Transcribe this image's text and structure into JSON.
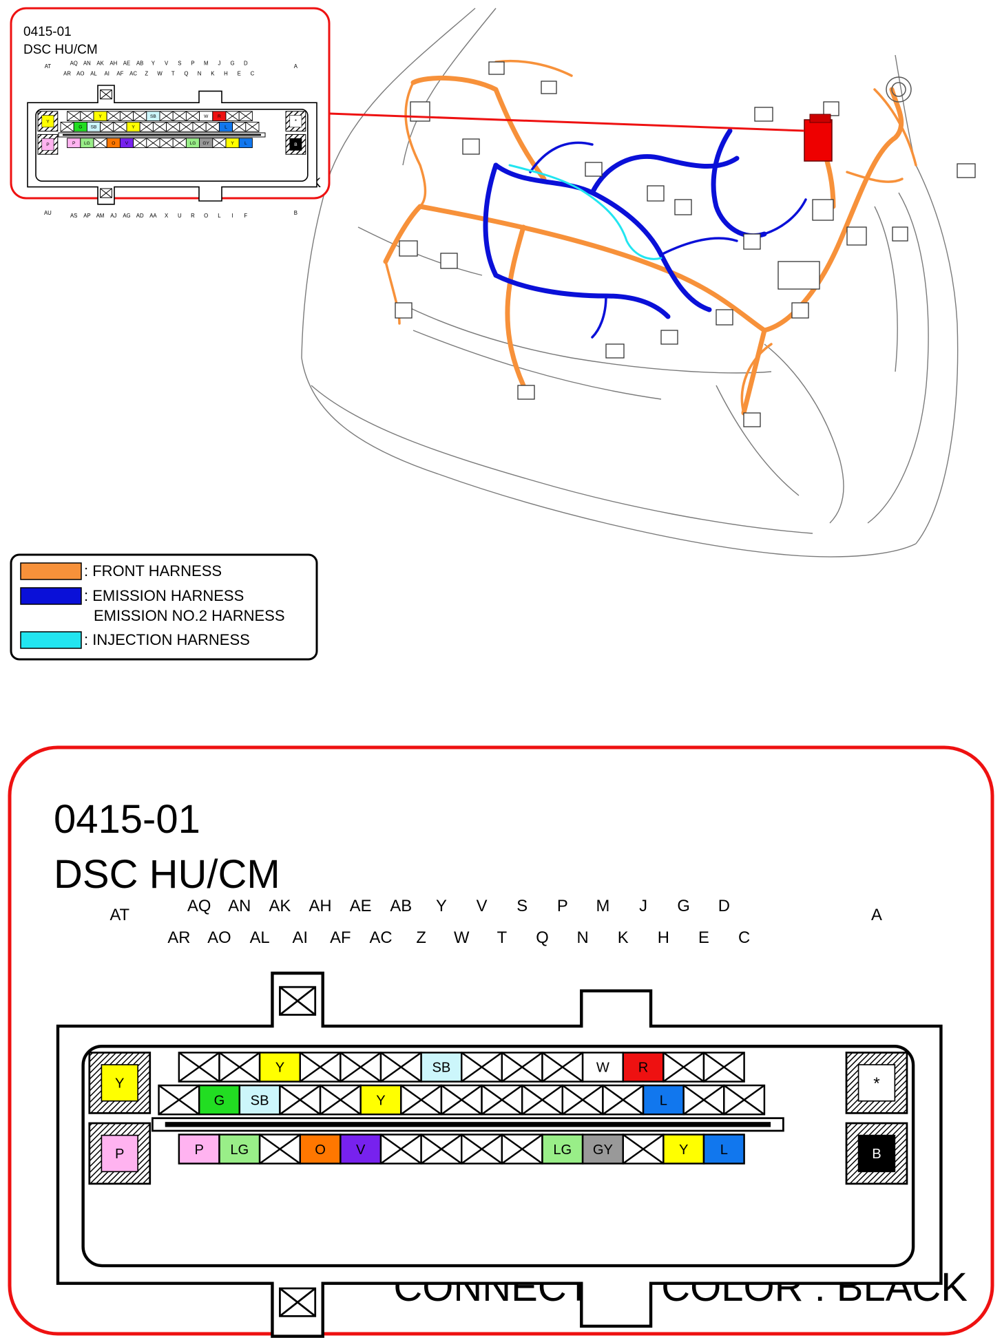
{
  "connector": {
    "id": "0415-01",
    "name": "DSC HU/CM",
    "color_note": "CONNECTOR COLOR : BLACK",
    "top_row_labels": [
      "AQ",
      "AN",
      "AK",
      "AH",
      "AE",
      "AB",
      "Y",
      "V",
      "S",
      "P",
      "M",
      "J",
      "G",
      "D"
    ],
    "mid_row_labels": [
      "AR",
      "AO",
      "AL",
      "AI",
      "AF",
      "AC",
      "Z",
      "W",
      "T",
      "Q",
      "N",
      "K",
      "H",
      "E",
      "C"
    ],
    "bottom_row_labels": [
      "AS",
      "AP",
      "AM",
      "AJ",
      "AG",
      "AD",
      "AA",
      "X",
      "U",
      "R",
      "O",
      "L",
      "I",
      "F"
    ],
    "corner_labels": {
      "top_left": "AT",
      "top_right": "A",
      "bottom_left": "AU",
      "bottom_right": "B"
    },
    "row1": [
      "",
      "",
      "Y",
      "",
      "",
      "",
      "SB",
      "",
      "",
      "",
      "W",
      "R",
      "",
      ""
    ],
    "row2": [
      "",
      "G",
      "SB",
      "",
      "",
      "Y",
      "",
      "",
      "",
      "",
      "",
      "",
      "L",
      "",
      ""
    ],
    "row3": [
      "P",
      "LG",
      "",
      "O",
      "V",
      "",
      "",
      "",
      "",
      "LG",
      "GY",
      "",
      "Y",
      "L"
    ],
    "left_pins": [
      "Y",
      "P"
    ],
    "right_pins": [
      "*",
      "B"
    ]
  },
  "wire_colors": {
    "Y": "#ffff00",
    "SB": "#ccf6fb",
    "W": "#ffffff",
    "R": "#ee1111",
    "G": "#22dd22",
    "L": "#1177ee",
    "P": "#ffb3f0",
    "LG": "#99ee88",
    "O": "#ff7700",
    "V": "#7722ee",
    "GY": "#999999",
    "B": "#000000",
    "*": "#ffffff"
  },
  "legend": {
    "items": [
      {
        "color": "#f7913a",
        "lines": [
          ": FRONT HARNESS"
        ]
      },
      {
        "color": "#0a10d8",
        "lines": [
          ": EMISSION HARNESS",
          "EMISSION NO.2 HARNESS"
        ]
      },
      {
        "color": "#22e5f0",
        "lines": [
          ": INJECTION HARNESS"
        ]
      }
    ]
  },
  "colors": {
    "frame": "#ee1111",
    "front_harness": "#f7913a",
    "emission_harness": "#0a10d8",
    "injection_harness": "#22e5f0",
    "highlight_connector": "#ee0000"
  }
}
